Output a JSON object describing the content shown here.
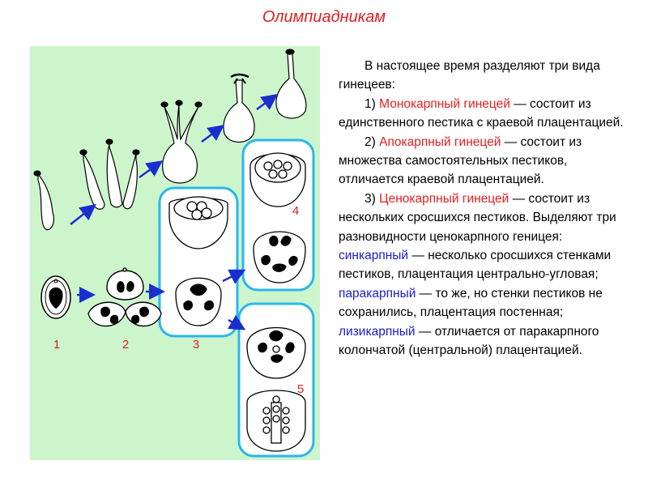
{
  "header": {
    "title": "Олимпиадникам"
  },
  "figure": {
    "labels": [
      "1",
      "2",
      "3",
      "4",
      "5"
    ],
    "colors": {
      "panel_bg": "#ccf5cc",
      "arrow": "#1a2ed0",
      "frame": "#2ab6ee",
      "label": "#e02020"
    }
  },
  "text": {
    "intro": "В настоящее время разделяют три вида гинецеев:",
    "item1": {
      "num": "1)",
      "term": "Монокарпный гинецей",
      "rest": " — состоит из единственного пестика с краевой плацентацией."
    },
    "item2": {
      "num": "2)",
      "term": "Апокарпный гинецей",
      "rest": " — состоит из множества самостоятельных пестиков, отличается краевой плацентацией."
    },
    "item3": {
      "num": "3)",
      "term": "Ценокарпный гинецей",
      "rest": " — состоит из нескольких сросшихся пестиков. Выделяют три разновидности ценокарпного геницея: ",
      "sub1_term": "синкарпный",
      "sub1_rest": " — несколько сросшихся стенками пестиков, плацентация центрально-угловая; ",
      "sub2_term": "паракарпный",
      "sub2_rest": " — то же, но стенки пестиков не сохранились, плацентация постенная; ",
      "sub3_term": "лизикарпный",
      "sub3_rest": " — отличается от паракарпного колончатой (центральной) плацентацией."
    }
  }
}
